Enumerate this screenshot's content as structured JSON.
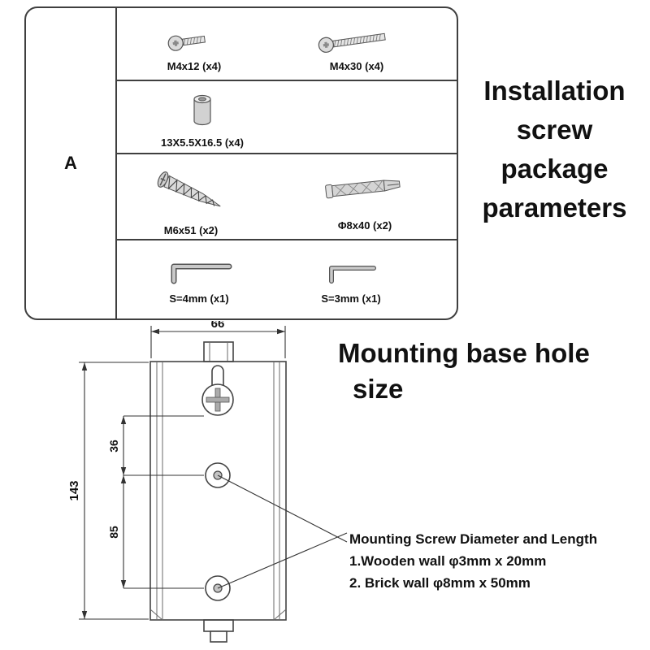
{
  "screw_package": {
    "section_label": "A",
    "title_lines": [
      "Installation",
      "screw",
      "package",
      "parameters"
    ],
    "rows": [
      {
        "items": [
          {
            "icon": "pan-head-screw",
            "label": "M4x12 (x4)"
          },
          {
            "icon": "pan-head-screw",
            "label": "M4x30 (x4)"
          }
        ]
      },
      {
        "items": [
          {
            "icon": "spacer-cylinder",
            "label": "13X5.5X16.5 (x4)"
          }
        ]
      },
      {
        "items": [
          {
            "icon": "wood-screw",
            "label": "M6x51 (x2)"
          },
          {
            "icon": "wall-anchor",
            "label": "Φ8x40 (x2)"
          }
        ]
      },
      {
        "items": [
          {
            "icon": "allen-key",
            "label": "S=4mm (x1)"
          },
          {
            "icon": "allen-key",
            "label": "S=3mm (x1)"
          }
        ]
      }
    ]
  },
  "mounting_base": {
    "title_lines": [
      "Mounting base hole",
      "size"
    ],
    "dimensions": {
      "width": "66",
      "height": "143",
      "upper_hole_offset": "36",
      "hole_spacing": "85"
    },
    "annotation": {
      "heading": "Mounting Screw Diameter and Length",
      "line1": "1.Wooden wall φ3mm x 20mm",
      "line2": "2. Brick wall φ8mm x 50mm"
    }
  }
}
